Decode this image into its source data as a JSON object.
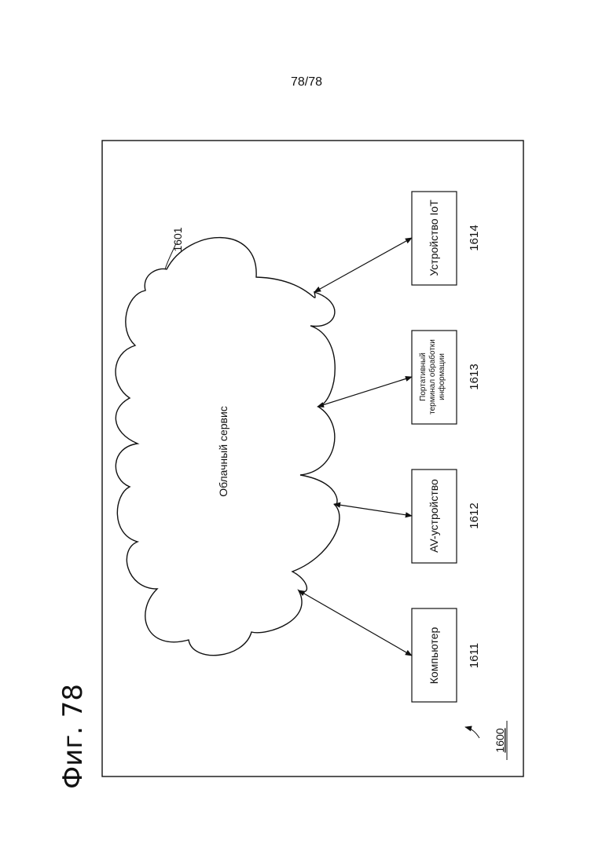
{
  "page_number": "78/78",
  "figure_label": "Фиг. 78",
  "system_ref": "1600",
  "cloud": {
    "label": "Облачный сервис",
    "ref": "1601"
  },
  "devices": [
    {
      "ref": "1611",
      "lines": [
        "Компьютер"
      ]
    },
    {
      "ref": "1612",
      "lines": [
        "AV-устройство"
      ]
    },
    {
      "ref": "1613",
      "lines": [
        "Портативный",
        "терминал обработки",
        "информации"
      ]
    },
    {
      "ref": "1614",
      "lines": [
        "Устройство IoT"
      ]
    }
  ]
}
